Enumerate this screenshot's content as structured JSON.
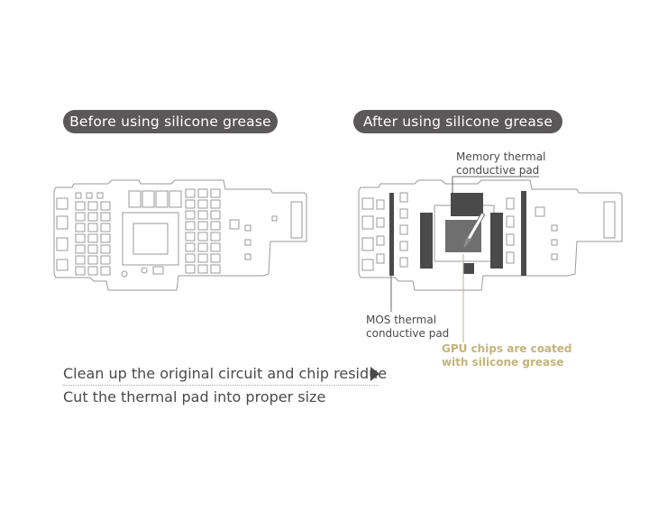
{
  "before": {
    "title": "Before using silicone grease"
  },
  "after": {
    "title": "After using silicone grease",
    "memory_label": [
      "Memory thermal",
      "conductive pad"
    ],
    "mos_label": [
      "MOS thermal",
      "conductive pad"
    ],
    "gpu_label": [
      "GPU chips are coated",
      "with silicone grease"
    ]
  },
  "steps": [
    "Clean up the original circuit and chip residue",
    "Cut the thermal pad into proper size"
  ],
  "colors": {
    "pill_bg": "#5a5859",
    "outline": "#9a9a9a",
    "pad_dark": "#4a4a4a",
    "gpu_grease": "#6f6f6f",
    "gpu_label": "#c4b47c",
    "text": "#4a4a4a"
  }
}
